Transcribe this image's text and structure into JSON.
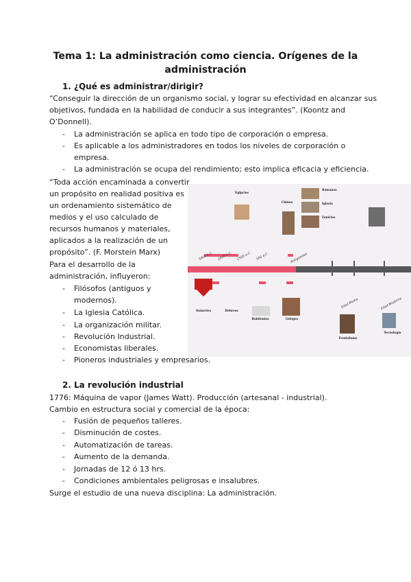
{
  "title_line1": "Tema 1: La administración como ciencia. Orígenes de la",
  "title_line2": "administración",
  "section1": {
    "number": "1.",
    "heading": "¿Qué es administrar/dirigir?",
    "quote_lines": [
      "“Conseguir la dirección de un organismo social, y lograr su efectividad en alcanzar sus",
      "objetivos, fundada en la habilidad de conducir a sus integrantes”. (Koontz and",
      "O’Donnell)."
    ],
    "bullets": [
      "La administración se aplica en todo tipo de corporación o empresa.",
      "Es aplicable a los administradores en todos los niveles de corporación o",
      "empresa.",
      "La administración se ocupa del rendimiento; esto implica eficacia y eficiencia."
    ],
    "quote2_lines": [
      "“Toda acción encaminada a convertir",
      "un propósito en realidad positiva es",
      "un ordenamiento sistemático de",
      "medios y el uso calculado de",
      "recursos humanos y materiales,",
      "aplicados a la realización de un",
      "propósito”. (F. Morstein Marx)",
      "Para el desarrollo de la",
      "administración, influyeron:"
    ],
    "influences": [
      "Filósofos (antiguos y",
      "modernos).",
      "La Iglesia Católica.",
      "La organización militar.",
      "Revolución Industrial.",
      "Economistas liberales.",
      "Pioneros industriales y empresarios."
    ],
    "dash": "-"
  },
  "timeline": {
    "eras": [
      "5000 a.C.",
      "2000 a.C.",
      "1500 a.C.",
      "500 a.C.",
      "Antigüedad",
      "Edad Media",
      "Edad Moderna"
    ],
    "captions": {
      "egipcios": "Egipcios",
      "chinos": "Chinos",
      "sumerios": "Sumerios",
      "hebreos": "Hebreos",
      "babilonios": "Babilonios",
      "griegos": "Griegos",
      "feudalismo": "Feudalismo",
      "tecnologia": "Tecnología",
      "romanos": "Romanos",
      "iglesia": "Iglesia",
      "fenicios": "Fenicios"
    }
  },
  "section2": {
    "number": "2.",
    "heading": "La revolución industrial",
    "lines": [
      "1776: Máquina de vapor (James Watt). Producción (artesanal - industrial).",
      "Cambio en estructura social y comercial de la época:"
    ],
    "bullets": [
      "Fusión de pequeños talleres.",
      "Disminución de costes.",
      "Automatización de tareas.",
      "Aumento de la demanda.",
      "Jornadas de 12 ó 13 hrs.",
      "Condiciones ambientales peligrosas e insalubres."
    ],
    "closing": "Surge el estudio de una nueva disciplina: La administración."
  }
}
